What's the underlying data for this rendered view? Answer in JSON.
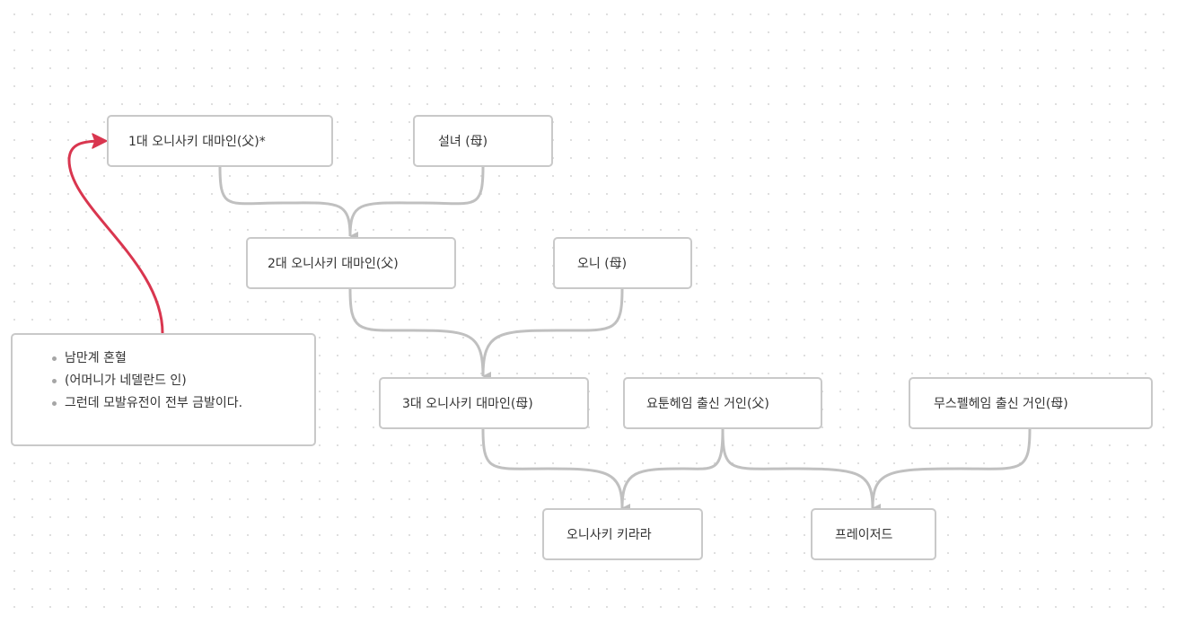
{
  "colors": {
    "connector": "#c0c0c0",
    "node_border": "#c9c9c9",
    "accent_arrow": "#d9364f",
    "text": "#333333"
  },
  "nodes": {
    "gen1_father": {
      "label": "1대 오니사키 대마인(父)*"
    },
    "gen1_mother": {
      "label": "설녀 (母)"
    },
    "gen2_father": {
      "label": "2대 오니사키 대마인(父)"
    },
    "gen2_mother": {
      "label": "오니 (母)"
    },
    "gen3_mother": {
      "label": "3대 오니사키 대마인(母)"
    },
    "yotunheim_father": {
      "label": "요툰헤임 출신 거인(父)"
    },
    "muspelheim_mother": {
      "label": "무스펠헤임 출신 거인(母)"
    },
    "kirara": {
      "label": "오니사키 키라라"
    },
    "freyzed": {
      "label": "프레이저드"
    }
  },
  "note": {
    "items": [
      "남만계 혼혈",
      "(어머니가 네델란드 인)",
      "그런데 모발유전이 전부 금발이다."
    ]
  }
}
